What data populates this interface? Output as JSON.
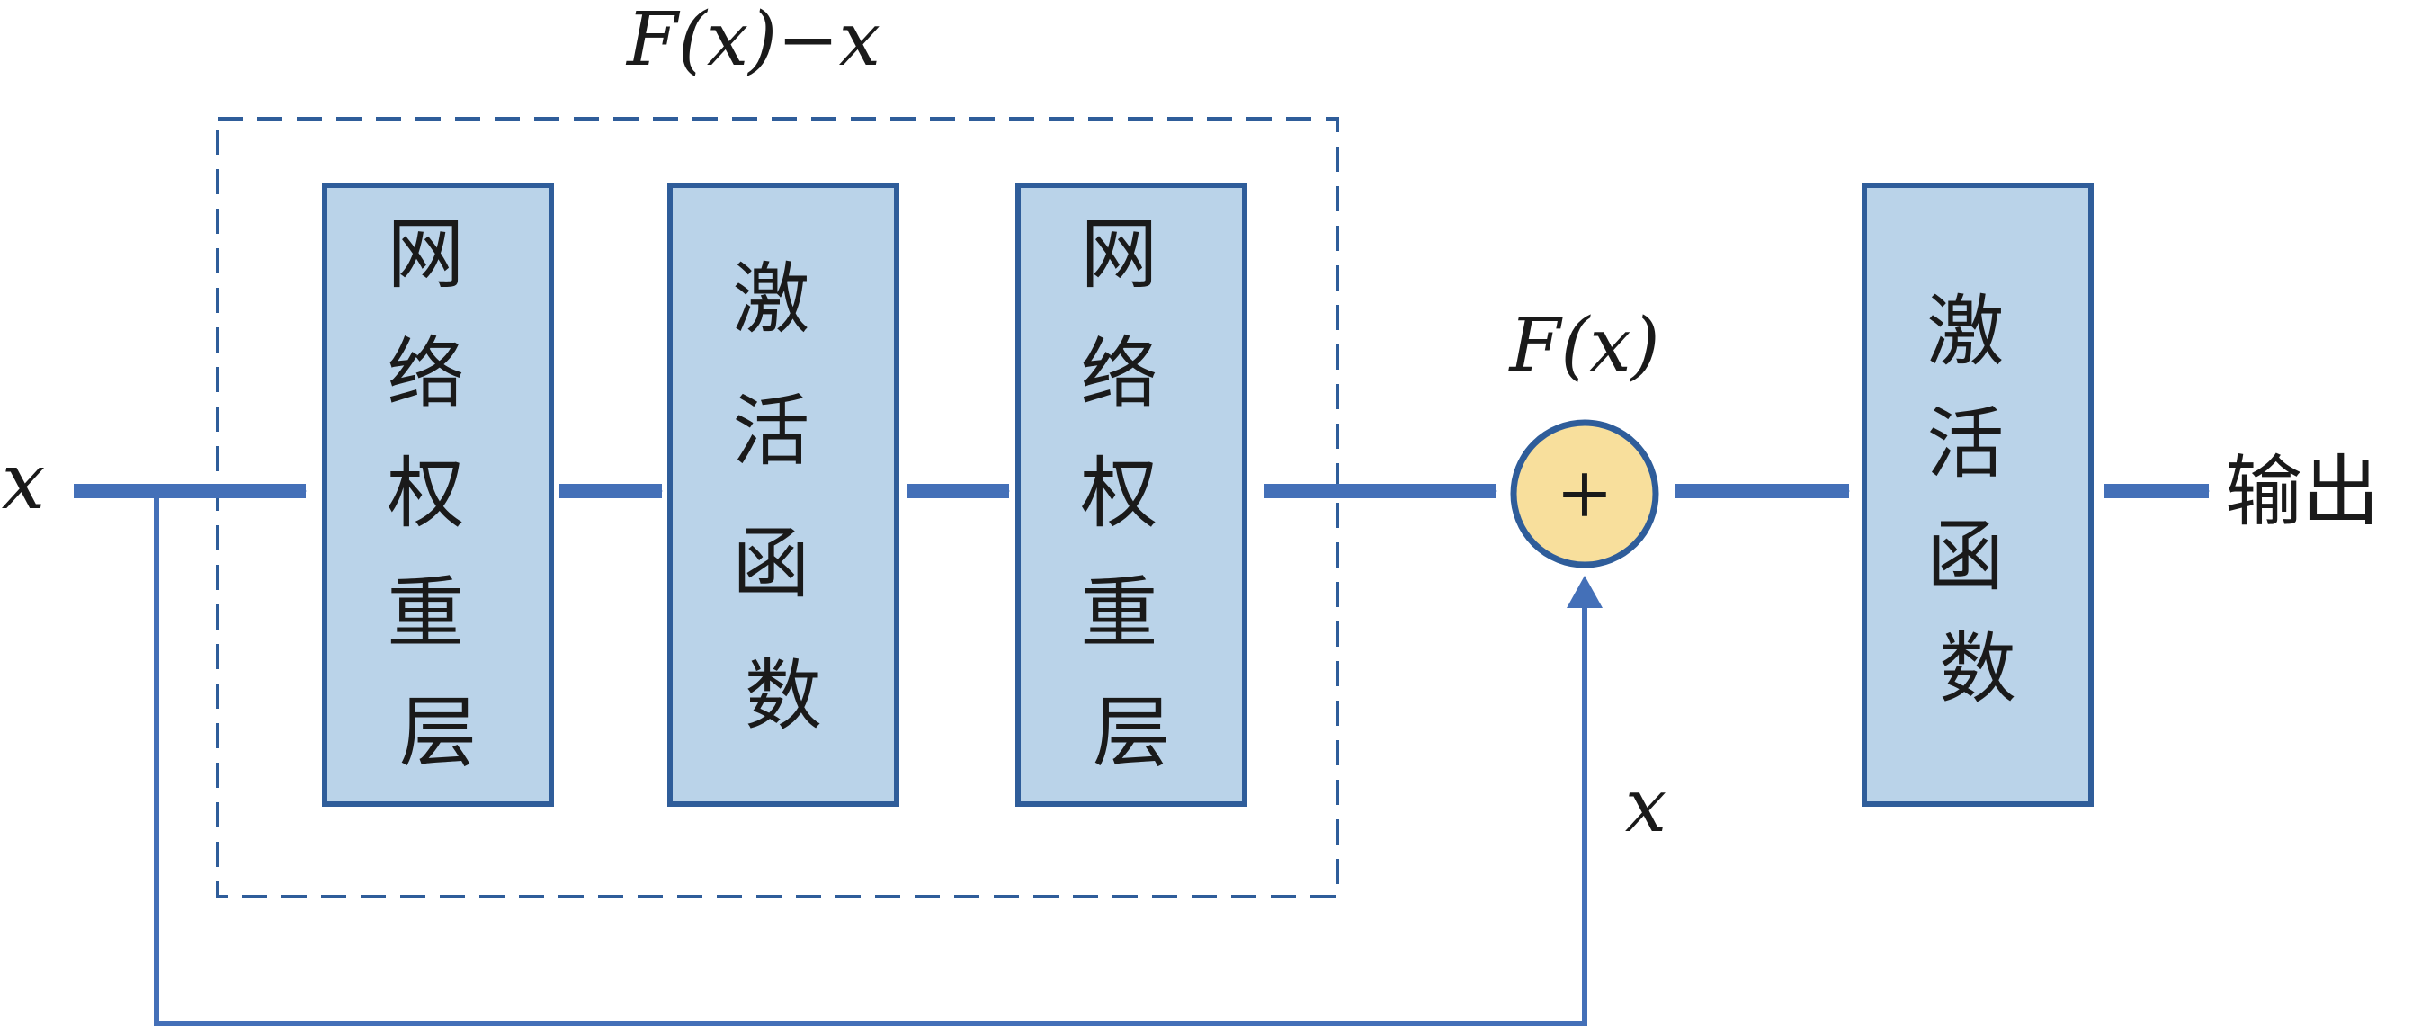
{
  "colors": {
    "box_fill": "#bad3e9",
    "box_stroke": "#2f5d9a",
    "arrow": "#4470b8",
    "line": "#4470b8",
    "dashed": "#2f5d9a",
    "sum_fill": "#f8df9c",
    "sum_stroke": "#2f5d9a",
    "text": "#1a1a1a"
  },
  "labels": {
    "input_x": "x",
    "residual_label": "F(x)−x",
    "fx_label": "F(x)",
    "skip_x": "x",
    "sum_symbol": "+",
    "output": "输出"
  },
  "blocks": [
    {
      "id": "weight-layer-1",
      "chars": [
        "网",
        "络",
        "权",
        "重",
        "层"
      ]
    },
    {
      "id": "activation-1",
      "chars": [
        "激",
        "活",
        "函",
        "数"
      ]
    },
    {
      "id": "weight-layer-2",
      "chars": [
        "网",
        "络",
        "权",
        "重",
        "层"
      ]
    },
    {
      "id": "activation-out",
      "chars": [
        "激",
        "活",
        "函",
        "数"
      ]
    }
  ]
}
